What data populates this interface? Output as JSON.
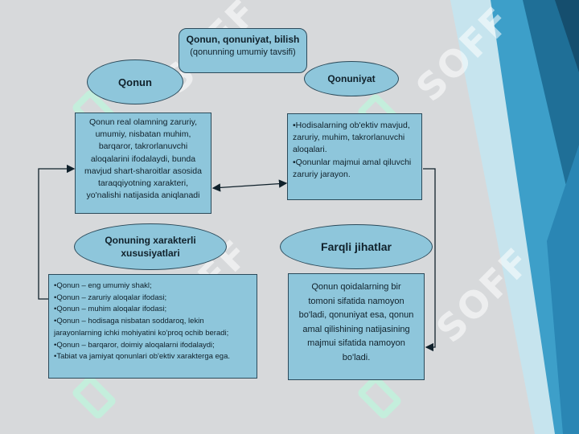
{
  "title": {
    "main": "Qonun, qonuniyat, bilish",
    "sub": "(qonunning umumiy tavsifi)"
  },
  "nodes": {
    "qonun_label": "Qonun",
    "qonuniyat_label": "Qonuniyat",
    "xarakter_label_1": "Qonuning xarakterli",
    "xarakter_label_2": "xususiyatlari",
    "farqli_label": "Farqli jihatlar"
  },
  "qonun_definition": [
    "Qonun real olamning zaruriy,",
    "umumiy, nisbatan muhim,",
    "barqaror, takrorlanuvchi",
    "aloqalarini ifodalaydi, bunda",
    "mavjud shart-sharoitlar asosida",
    "taraqqiyotning xarakteri,",
    "yo'nalishi natijasida aniqlanadi"
  ],
  "qonuniyat_definition": [
    "•Hodisalarning ob'ektiv mavjud,",
    "zaruriy, muhim, takrorlanuvchi",
    "aloqalari.",
    "•Qonunlar majmui amal qiluvchi",
    "zaruriy jarayon."
  ],
  "xarakter_items": [
    "•Qonun – eng umumiy shakl;",
    "•Qonun – zaruriy aloqalar ifodasi;",
    "•Qonun – muhim aloqalar ifodasi;",
    "•Qonun – hodisaga nisbatan soddaroq, lekin",
    "jarayonlarning ichki mohiyatini ko'proq ochib beradi;",
    "•Qonun – barqaror, doimiy aloqalarni ifodalaydi;",
    "•Tabiat va jamiyat qonunlari ob'ektiv xarakterga ega."
  ],
  "farqli_text": [
    "Qonun qoidalarning bir",
    "tomoni sifatida namoyon",
    "bo'ladi, qonuniyat esa, qonun",
    "amal qilishining natijasining",
    "majmui sifatida namoyon",
    "bo'ladi."
  ],
  "colors": {
    "box_fill": "#8ec6db",
    "border": "#2b4a5a",
    "background": "#d7d9db"
  }
}
